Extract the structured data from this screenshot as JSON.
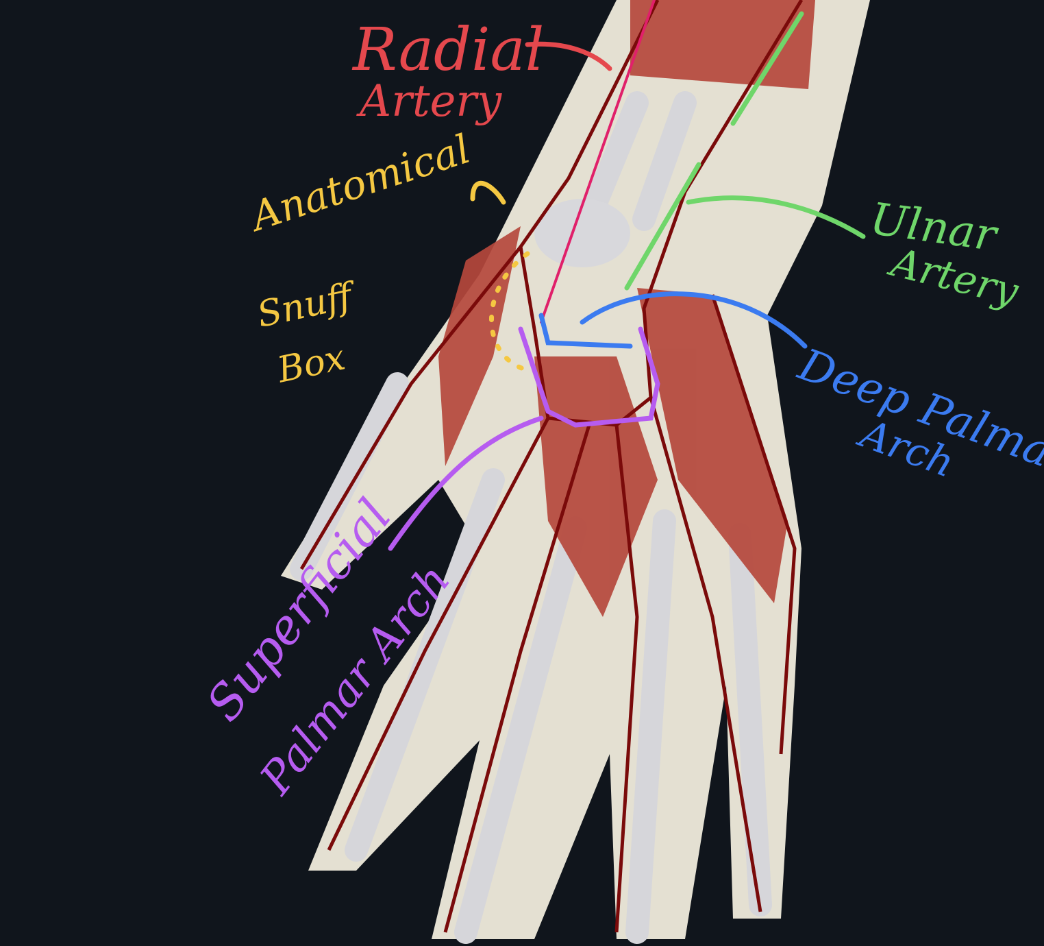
{
  "labels": {
    "radial": {
      "line1": "Radial",
      "line2": "Artery",
      "color": "#e5484d"
    },
    "snuffbox": {
      "line1": "Anatomical",
      "line2": "Snuff",
      "line3": "Box",
      "color": "#f5c842"
    },
    "ulnar": {
      "line1": "Ulnar",
      "line2": "Artery",
      "color": "#6fd66a"
    },
    "deep": {
      "line1": "Deep Palmar",
      "line2": "Arch",
      "color": "#3b7bf0"
    },
    "superficial": {
      "line1": "Superficial",
      "line2": "Palmar Arch",
      "color": "#b65cf0"
    }
  },
  "colors": {
    "background": "#10151c",
    "bone": "#e6e2d4",
    "tendon": "#d8d8dc",
    "muscle": "#b5483c",
    "artery": "#7a0a0a"
  }
}
